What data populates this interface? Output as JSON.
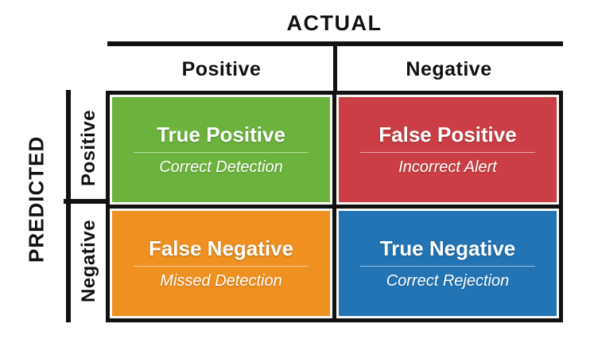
{
  "axes": {
    "actual_label": "ACTUAL",
    "predicted_label": "PREDICTED",
    "col_positive": "Positive",
    "col_negative": "Negative",
    "row_positive": "Positive",
    "row_negative": "Negative"
  },
  "cells": [
    {
      "id": "true-positive",
      "title": "True Positive",
      "subtitle": "Correct Detection",
      "color": "#6cb33e"
    },
    {
      "id": "false-positive",
      "title": "False Positive",
      "subtitle": "Incorrect Alert",
      "color": "#cb3e45"
    },
    {
      "id": "false-negative",
      "title": "False Negative",
      "subtitle": "Missed Detection",
      "color": "#ef9020"
    },
    {
      "id": "true-negative",
      "title": "True Negative",
      "subtitle": "Correct Rejection",
      "color": "#2274b5"
    }
  ],
  "colors": {
    "background": "#ffffff",
    "line": "#111111",
    "header_text": "#111111",
    "cell_text": "#ffffff"
  }
}
